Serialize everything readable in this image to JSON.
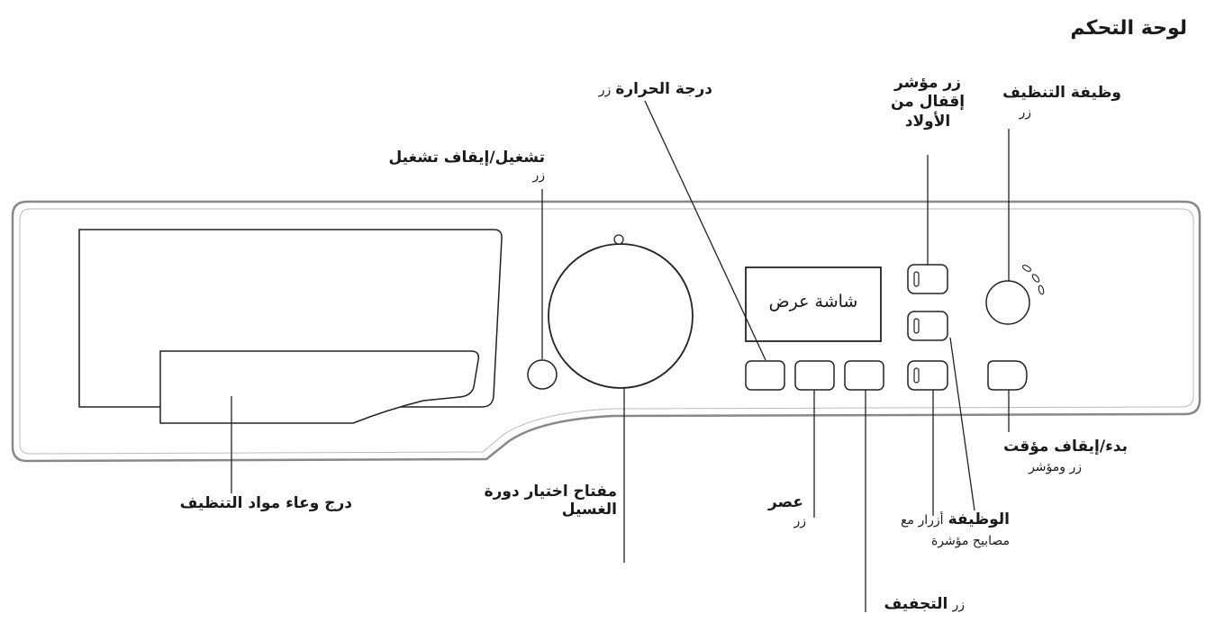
{
  "title": "لوحة التحكم",
  "display_text": "شاشة عرض",
  "labels": {
    "power_bold": "تشغيل/إيقاف تشغيل",
    "power_sub": "زر",
    "temp_bold": "درجة الحرارة",
    "temp_sub": "زر",
    "childlock_l1": "زر مؤشر",
    "childlock_l2": "إقفال من",
    "childlock_l3": "الأولاد",
    "clean_bold": "وظيفة التنظيف",
    "clean_sub": "زر",
    "drawer": "درج وعاء مواد التنظيف",
    "program_l1": "مفتاح اختيار دورة",
    "program_l2": "الغسيل",
    "spin_bold": "عصر",
    "spin_sub": "زر",
    "dry_sub": "زر",
    "dry_bold": "التجفيف",
    "function_bold": "الوظيفة",
    "function_sub1": "أزرار مع",
    "function_sub2": "مصابيح مؤشرة",
    "start_bold": "بدء/إيقاف مؤقت",
    "start_sub": "زر ومؤشر"
  },
  "colors": {
    "stroke": "#222222",
    "panel_stroke": "#777777",
    "text": "#1a1a1a"
  }
}
